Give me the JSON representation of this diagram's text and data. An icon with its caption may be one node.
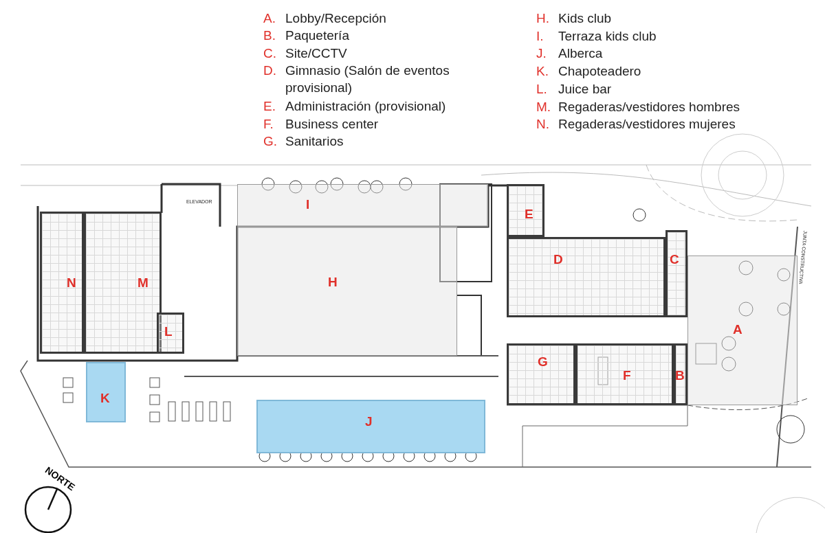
{
  "diagram": {
    "nodes": [
      {
        "text": [
          "I"
        ]
      },
      {
        "text": [
          "E"
        ]
      },
      {
        "text": [
          "N"
        ]
      },
      {
        "text": [
          "M"
        ]
      },
      {
        "text": [
          "D"
        ]
      },
      {
        "text": [
          "C"
        ]
      },
      {
        "text": [
          "H"
        ]
      },
      {
        "text": [
          "L"
        ]
      },
      {
        "text": [
          "A"
        ]
      },
      {
        "text": [
          "G"
        ]
      },
      {
        "text": [
          "F"
        ]
      },
      {
        "text": [
          "B"
        ]
      },
      {
        "text": [
          "K"
        ]
      },
      {
        "text": [
          "J"
        ]
      }
    ],
    "edges": [],
    "labels": [
      "A.",
      "Lobby/Recepción",
      "B.",
      "Paquetería",
      "C.",
      "Site/CCTV",
      "D.",
      "Gimnasio (Salón de eventos provisional)",
      "E.",
      "Administración (provisional)",
      "F.",
      "Business center",
      "G.",
      "Sanitarios",
      "H.",
      "Kids club",
      "I.",
      "Terraza kids club",
      "J.",
      "Alberca",
      "K.",
      "Chapoteadero",
      "L.",
      "Juice bar",
      "M.",
      "Regaderas/vestidores hombres",
      "N.",
      "Regaderas/vestidores mujeres",
      "ELEVADOR",
      "JUNTA CONSTRUCTIVA",
      "NORTE"
    ]
  }
}
